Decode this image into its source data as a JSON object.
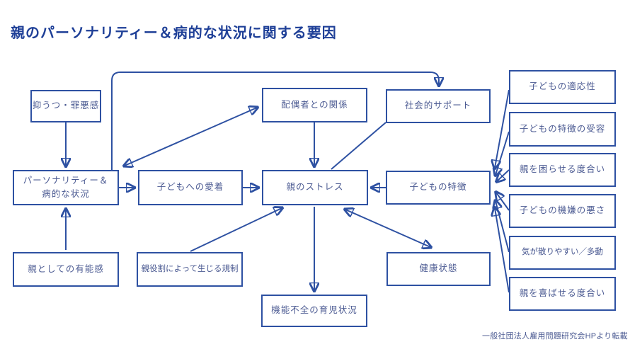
{
  "title": "親のパーソナリティー＆病的な状況に関する要因",
  "caption": "一般社団法人雇用問題研究会HPより転載",
  "colors": {
    "line": "#2e51a2",
    "box_text": "#4b5a92",
    "title_text": "#1e3f97",
    "background": "#ffffff"
  },
  "nodes": {
    "depression": {
      "label": "抑うつ・罪悪感"
    },
    "personality": {
      "label": "パーソナリティー＆\n病的な状況"
    },
    "attachment": {
      "label": "子どもへの愛着"
    },
    "spouse": {
      "label": "配偶者との関係"
    },
    "support": {
      "label": "社会的サポート"
    },
    "stress": {
      "label": "親のストレス"
    },
    "child_traits": {
      "label": "子どもの特徴"
    },
    "competence": {
      "label": "親としての有能感"
    },
    "role_restrictions": {
      "label": "親役割によって生じる規制"
    },
    "health": {
      "label": "健康状態"
    },
    "dysfunction": {
      "label": "機能不全の育児状況"
    },
    "adaptability": {
      "label": "子どもの適応性"
    },
    "acceptance": {
      "label": "子どもの特徴の受容"
    },
    "troubling": {
      "label": "親を困らせる度合い"
    },
    "moodiness": {
      "label": "子どもの機嫌の悪さ"
    },
    "distractibility": {
      "label": "気が散りやすい／多動"
    },
    "pleasing": {
      "label": "親を喜ばせる度合い"
    }
  },
  "edges": [
    {
      "from": "depression",
      "to": "personality",
      "style": "arrow"
    },
    {
      "from": "competence",
      "to": "personality",
      "style": "arrow"
    },
    {
      "from": "personality",
      "to": "attachment",
      "style": "arrow"
    },
    {
      "from": "attachment",
      "to": "stress",
      "style": "arrow"
    },
    {
      "from": "child_traits",
      "to": "stress",
      "style": "arrow"
    },
    {
      "from": "spouse",
      "to": "stress",
      "style": "arrow"
    },
    {
      "from": "personality",
      "to": "spouse",
      "style": "double-arrow"
    },
    {
      "from": "personality",
      "to": "support",
      "style": "elbow-arrow"
    },
    {
      "from": "support",
      "to": "stress",
      "style": "line"
    },
    {
      "from": "role_restrictions",
      "to": "stress",
      "style": "arrow"
    },
    {
      "from": "stress",
      "to": "dysfunction",
      "style": "arrow"
    },
    {
      "from": "stress",
      "to": "health",
      "style": "double-arrow"
    },
    {
      "from": "adaptability",
      "to": "child_traits",
      "style": "arrow"
    },
    {
      "from": "acceptance",
      "to": "child_traits",
      "style": "arrow"
    },
    {
      "from": "troubling",
      "to": "child_traits",
      "style": "arrow"
    },
    {
      "from": "moodiness",
      "to": "child_traits",
      "style": "arrow"
    },
    {
      "from": "distractibility",
      "to": "child_traits",
      "style": "arrow"
    },
    {
      "from": "pleasing",
      "to": "child_traits",
      "style": "arrow"
    }
  ]
}
